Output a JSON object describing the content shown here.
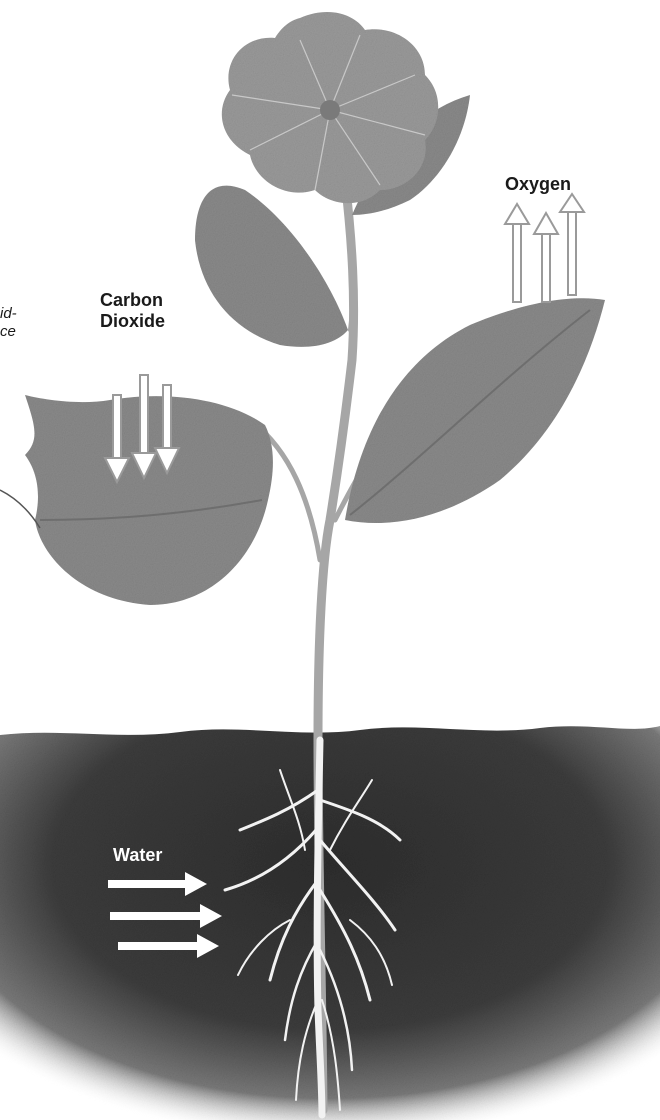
{
  "labels": {
    "oxygen": "Oxygen",
    "carbon_dioxide_line1": "Carbon",
    "carbon_dioxide_line2": "Dioxide",
    "water": "Water",
    "cropped_fragment_line1": "id-",
    "cropped_fragment_line2": "ce"
  },
  "colors": {
    "leaf": "#8a8a8a",
    "leaf_dark": "#6e6e6e",
    "flower": "#9a9a9a",
    "stem": "#a6a6a6",
    "soil": "#3c3c3c",
    "root": "#f2f2f2",
    "arrow_fill": "#ffffff",
    "arrow_stroke": "#9a9a9a"
  }
}
